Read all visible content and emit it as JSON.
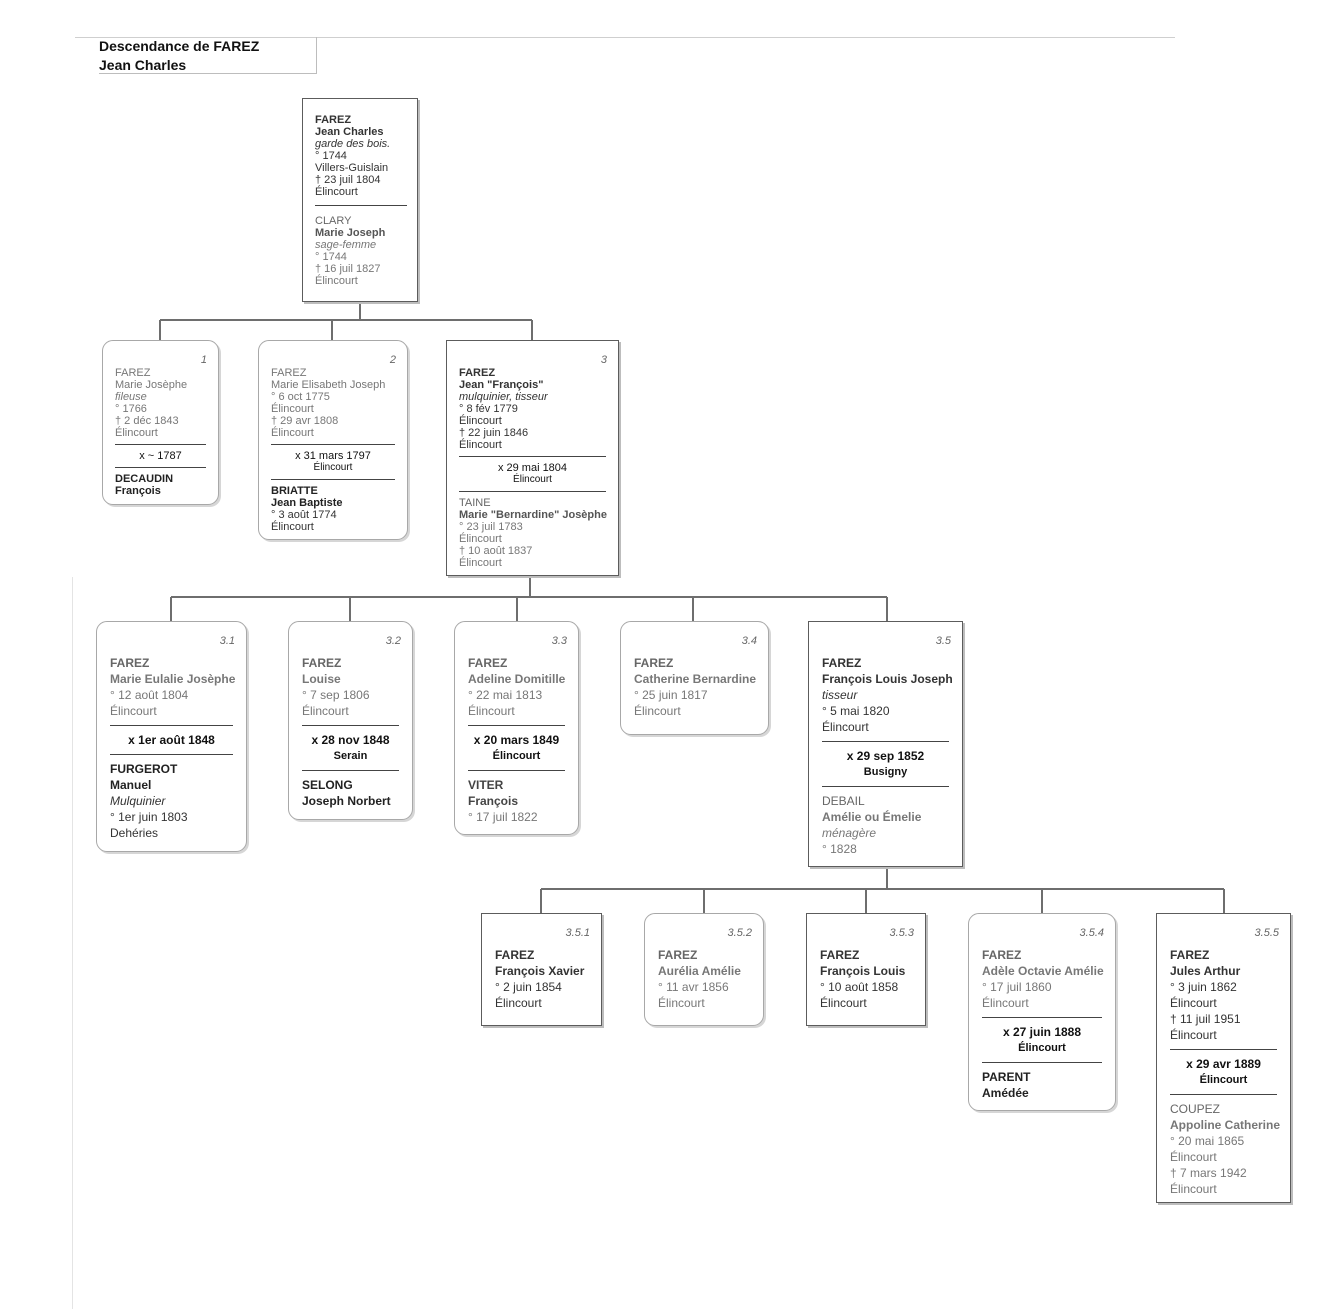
{
  "title": {
    "line1": "Descendance de FAREZ",
    "line2": "Jean Charles"
  },
  "root": {
    "surname": "FAREZ",
    "given": "Jean Charles",
    "occupation": "garde des bois.",
    "birth": "° 1744",
    "birth_place": "Villers-Guislain",
    "death": "† 23 juil 1804",
    "death_place": "Élincourt",
    "spouse": {
      "surname": "CLARY",
      "given": "Marie Joseph",
      "occupation": "sage-femme",
      "birth": "° 1744",
      "death": "† 16 juil 1827",
      "death_place": "Élincourt"
    }
  },
  "gen2": [
    {
      "num": "1",
      "surname": "FAREZ",
      "given": "Marie Josèphe",
      "occupation": "fileuse",
      "birth": "° 1766",
      "death": "† 2 déc 1843",
      "death_place": "Élincourt",
      "marriage": "x ~ 1787",
      "spouse_surname": "DECAUDIN",
      "spouse_given": "François"
    },
    {
      "num": "2",
      "surname": "FAREZ",
      "given": "Marie Elisabeth Joseph",
      "birth": "° 6 oct 1775",
      "birth_place": "Élincourt",
      "death": "† 29 avr 1808",
      "death_place": "Élincourt",
      "marriage": "x 31 mars 1797",
      "marriage_place": "Élincourt",
      "spouse_surname": "BRIATTE",
      "spouse_given": "Jean Baptiste",
      "spouse_birth": "° 3 août 1774",
      "spouse_birth_place": "Élincourt"
    },
    {
      "num": "3",
      "surname": "FAREZ",
      "given": "Jean \"François\"",
      "occupation": "mulquinier, tisseur",
      "birth": "° 8 fév 1779",
      "birth_place": "Élincourt",
      "death": "† 22 juin 1846",
      "death_place": "Élincourt",
      "marriage": "x 29 mai 1804",
      "marriage_place": "Élincourt",
      "spouse_surname": "TAINE",
      "spouse_given": "Marie \"Bernardine\" Josèphe",
      "spouse_birth": "° 23 juil 1783",
      "spouse_birth_place": "Élincourt",
      "spouse_death": "† 10 août 1837",
      "spouse_death_place": "Élincourt"
    }
  ],
  "gen3": [
    {
      "num": "3.1",
      "surname": "FAREZ",
      "given": "Marie Eulalie Josèphe",
      "birth": "° 12 août 1804",
      "birth_place": "Élincourt",
      "marriage": "x 1er août 1848",
      "spouse_surname": "FURGEROT",
      "spouse_given": "Manuel",
      "spouse_occupation": "Mulquinier",
      "spouse_birth": "° 1er juin 1803",
      "spouse_birth_place": "Dehéries"
    },
    {
      "num": "3.2",
      "surname": "FAREZ",
      "given": "Louise",
      "birth": "° 7 sep 1806",
      "birth_place": "Élincourt",
      "marriage": "x 28 nov 1848",
      "marriage_place": "Serain",
      "spouse_surname": "SELONG",
      "spouse_given": "Joseph Norbert"
    },
    {
      "num": "3.3",
      "surname": "FAREZ",
      "given": "Adeline Domitille",
      "birth": "° 22 mai 1813",
      "birth_place": "Élincourt",
      "marriage": "x 20 mars 1849",
      "marriage_place": "Élincourt",
      "spouse_surname": "VITER",
      "spouse_given": "François",
      "spouse_birth": "° 17 juil 1822"
    },
    {
      "num": "3.4",
      "surname": "FAREZ",
      "given": "Catherine Bernardine",
      "birth": "° 25 juin 1817",
      "birth_place": "Élincourt"
    },
    {
      "num": "3.5",
      "surname": "FAREZ",
      "given": "François Louis Joseph",
      "occupation": "tisseur",
      "birth": "° 5 mai 1820",
      "birth_place": "Élincourt",
      "marriage": "x 29 sep 1852",
      "marriage_place": "Busigny",
      "spouse_surname": "DEBAIL",
      "spouse_given": "Amélie ou Émelie",
      "spouse_occupation": "ménagère",
      "spouse_birth": "° 1828"
    }
  ],
  "gen4": [
    {
      "num": "3.5.1",
      "surname": "FAREZ",
      "given": "François Xavier",
      "birth": "° 2 juin 1854",
      "birth_place": "Élincourt"
    },
    {
      "num": "3.5.2",
      "surname": "FAREZ",
      "given": "Aurélia Amélie",
      "birth": "° 11 avr 1856",
      "birth_place": "Élincourt"
    },
    {
      "num": "3.5.3",
      "surname": "FAREZ",
      "given": "François Louis",
      "birth": "° 10 août 1858",
      "birth_place": "Élincourt"
    },
    {
      "num": "3.5.4",
      "surname": "FAREZ",
      "given": "Adèle Octavie Amélie",
      "birth": "° 17 juil 1860",
      "birth_place": "Élincourt",
      "marriage": "x 27 juin 1888",
      "marriage_place": "Élincourt",
      "spouse_surname": "PARENT",
      "spouse_given": "Amédée"
    },
    {
      "num": "3.5.5",
      "surname": "FAREZ",
      "given": "Jules Arthur",
      "birth": "° 3 juin 1862",
      "birth_place": "Élincourt",
      "death": "† 11 juil 1951",
      "death_place": "Élincourt",
      "marriage": "x 29 avr 1889",
      "marriage_place": "Élincourt",
      "spouse_surname": "COUPEZ",
      "spouse_given": "Appoline Catherine",
      "spouse_birth": "° 20 mai 1865",
      "spouse_birth_place": "Élincourt",
      "spouse_death": "† 7 mars 1942",
      "spouse_death_place": "Élincourt"
    }
  ],
  "colors": {
    "line": "#6e6e6e",
    "border_dark": "#5c5c5c",
    "border_light": "#a8a8a8"
  }
}
